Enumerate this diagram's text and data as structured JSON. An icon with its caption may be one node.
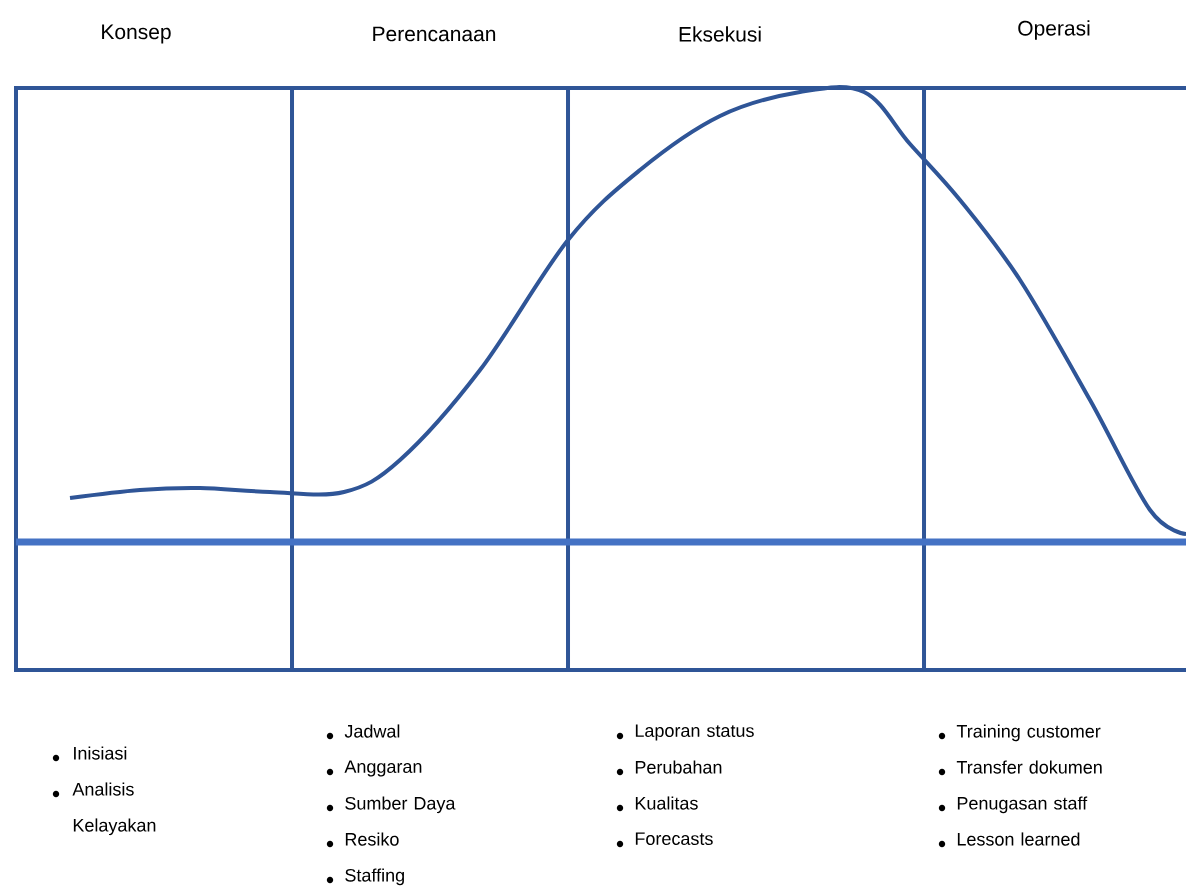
{
  "diagram": {
    "labels": [
      "Konsep",
      "Perencanaan",
      "Eksekusi",
      "Operasi",
      "Inisiasi",
      "Analisis Kelayakan",
      "Jadwal",
      "Anggaran",
      "Sumber Daya",
      "Resiko",
      "Staffing",
      "Laporan status",
      "Perubahan",
      "Kualitas",
      "Forecasts",
      "Training customer",
      "Transfer dokumen",
      "Penugasan staff",
      "Lesson learned"
    ]
  }
}
